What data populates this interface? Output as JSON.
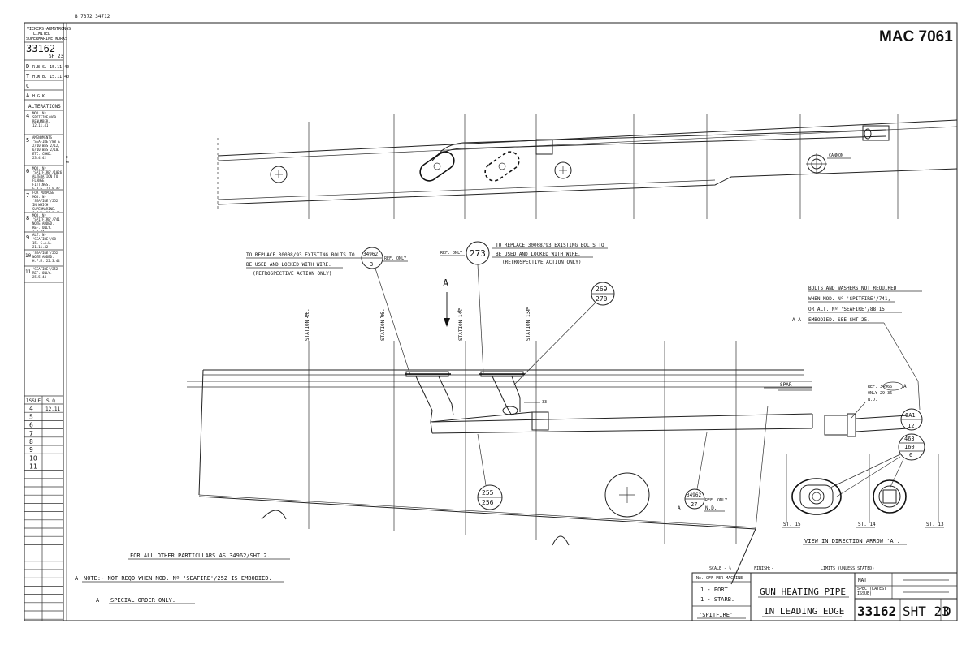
{
  "header": {
    "top_ref": "B 7372  34712",
    "drawing_id": "MAC 7061"
  },
  "left_panel": {
    "company": [
      "VICKERS-ARMSTRONGS",
      "LIMITED",
      "SUPERMARINE WORKS"
    ],
    "drawing_no": "33162",
    "sheet": "SH 23",
    "sign_rows": [
      {
        "letter": "D",
        "text": "R.B.S. 15.11.40"
      },
      {
        "letter": "T",
        "text": "H.W.B. 15.11.40"
      },
      {
        "letter": "C",
        "text": ""
      },
      {
        "letter": "A",
        "text": "H.G.K."
      }
    ],
    "alterations_title": "ALTERATIONS",
    "alterations": [
      {
        "no": "4",
        "text": "MOD. Nº SPITFIRE/469 RENUMBER. 12.11.41"
      },
      {
        "no": "5",
        "text": "AMENDMENTS 'SEAFIRE'/88 & 2/10 WAS 2/12, 6/10 WAS 2/10. ETC. CHKD. 23.4.42"
      },
      {
        "no": "6",
        "text": "MOD. Nº 'SPITFIRE'/1026 ALTERATION TO FLANGE FITTINGS. G.R.G. 21.9.42"
      },
      {
        "no": "7",
        "text": "FOR PURPOSE MOD. Nº 'SEAFIRE'/252 IN WHICH SUPERMARINE. C.C.W. 30.1.43"
      },
      {
        "no": "8",
        "text": "MOD. Nº 'SPITFIRE'/741 NOTE ADDED. REF. ONLY. 2.2.44"
      },
      {
        "no": "9",
        "text": "ALT. Nº 'SEAFIRE'/88 15. G.A.L. 21.11.42"
      },
      {
        "no": "10",
        "text": "'SEAFIRE'/252 NOTE ADDED. H.F.M. 22.3.44"
      },
      {
        "no": "11",
        "text": "'SEAFIRE'/252 REF. ONLY. 25.5.44"
      }
    ],
    "issue_header": [
      "ISSUE",
      "S.Q."
    ],
    "issues": [
      {
        "issue": "4",
        "sq": "12.11"
      },
      {
        "issue": "5",
        "sq": ""
      },
      {
        "issue": "6",
        "sq": ""
      },
      {
        "issue": "7",
        "sq": ""
      },
      {
        "issue": "8",
        "sq": ""
      },
      {
        "issue": "9",
        "sq": ""
      },
      {
        "issue": "10",
        "sq": ""
      },
      {
        "issue": "11",
        "sq": ""
      }
    ],
    "side_mark": "A 8"
  },
  "top_view": {
    "cannon_label": "CANNON"
  },
  "callouts": {
    "left_note": [
      "TO REPLACE 30008/93 EXISTING BOLTS TO",
      "BE USED AND LOCKED WITH WIRE.",
      "(RETROSPECTIVE ACTION ONLY)"
    ],
    "left_balloon": [
      "34962",
      "3"
    ],
    "left_ref": "REF. ONLY",
    "mid_ref": "REF. ONLY",
    "mid_balloon": "273",
    "mid_note": [
      "TO REPLACE 30008/93 EXISTING BOLTS TO",
      "BE USED AND LOCKED WITH WIRE.",
      "(RETROSPECTIVE ACTION ONLY)"
    ],
    "arrow_label": "A",
    "balloon_269": [
      "269",
      "270"
    ],
    "right_note": [
      "BOLTS AND WASHERS NOT REQUIRED",
      "WHEN MOD. Nº 'SPITFIRE'/741,",
      "OR ALT. Nº 'SEAFIRE'/88 15",
      "EMBODIED. SEE SHT 25."
    ],
    "right_note_marks": "A A",
    "balloon_255": [
      "255",
      "256"
    ],
    "balloon_27": [
      "34962",
      "27"
    ],
    "balloon_27_ref": "REF. ONLY",
    "balloon_27_nd": "N.D.",
    "balloon_27_mark": "A",
    "ref_only_right": [
      "REF. 34966",
      "ONLY 29-36",
      "N.D."
    ],
    "right_mark": "A",
    "balloon_641": [
      "6A1",
      "12"
    ],
    "balloon_463": [
      "463",
      "160",
      "6"
    ],
    "spar_label": "SPAR",
    "dim_label": "33"
  },
  "stations": [
    {
      "label": "STATION 16.",
      "mark": "A"
    },
    {
      "label": "STATION 15.",
      "mark": "A"
    },
    {
      "label": "STATION 14.",
      "mark": "A"
    },
    {
      "label": "STATION 13.",
      "mark": "A"
    }
  ],
  "view_labels": {
    "st15": "ST. 15",
    "st14": "ST. 14",
    "st13": "ST. 13",
    "view_caption": "VIEW IN DIRECTION ARROW 'A'."
  },
  "notes": {
    "particulars": "FOR ALL OTHER PARTICULARS AS 34962/SHT 2.",
    "note1_mark": "A",
    "note1": "NOTE:- NOT REQD WHEN MOD. Nº 'SEAFIRE'/252 IS EMBODIED.",
    "note2_mark": "A",
    "note2": "SPECIAL ORDER ONLY."
  },
  "title_block": {
    "scale": "SCALE - ½",
    "finish": "FINISH:-",
    "limits": "LIMITS (UNLESS STATED)",
    "off_per_machine": "No. OFF PER MACHINE",
    "port": "1 - PORT",
    "starb": "1 - STARB.",
    "aircraft": "'SPITFIRE'",
    "title_line1": "GUN HEATING PIPE",
    "title_line2": "IN LEADING EDGE",
    "mat": "MAT",
    "spec": "SPEC (LATEST ISSUE)",
    "drawing_no": "33162",
    "sheet": "SHT 23",
    "issue": "D"
  }
}
